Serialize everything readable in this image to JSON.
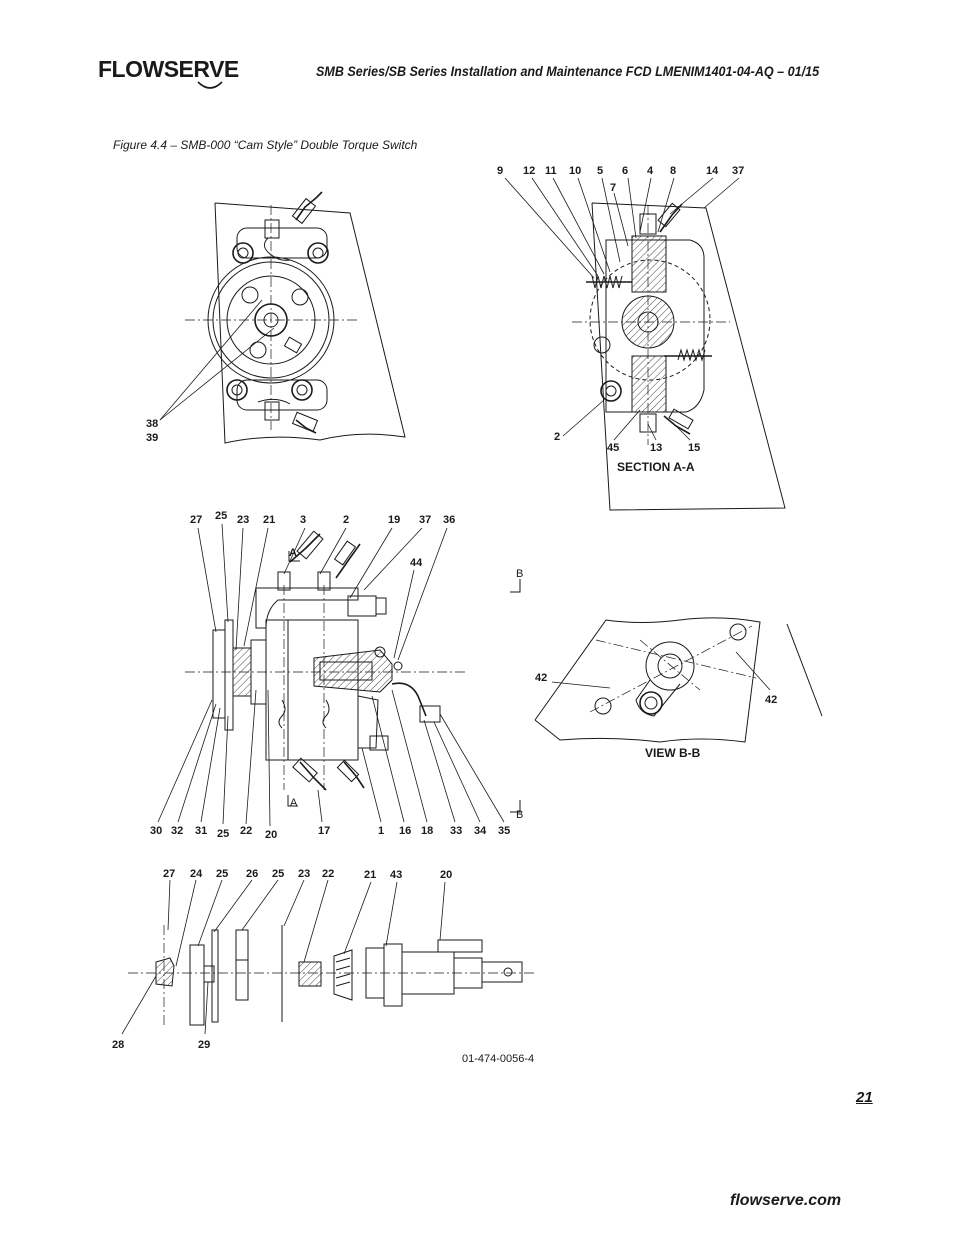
{
  "header": {
    "logo_text": "FLOWSERVE",
    "title": "SMB Series/SB Series Installation and Maintenance    FCD LMENIM1401-04-AQ – 01/15"
  },
  "figure": {
    "caption": "Figure 4.4 – SMB-000 “Cam Style” Double Torque Switch",
    "drawing_number": "01-474-0056-4",
    "section_label": "SECTION A-A",
    "view_label": "VIEW B-B",
    "section_marks": {
      "a_top": "A",
      "a_bottom": "A",
      "b_top": "B",
      "b_bottom": "B"
    },
    "callouts": {
      "front_view": [
        "38",
        "39"
      ],
      "section_top": [
        "9",
        "12",
        "11",
        "10",
        "5",
        "6",
        "4",
        "8",
        "14",
        "37",
        "7"
      ],
      "section_bottom": [
        "2",
        "45",
        "13",
        "15"
      ],
      "side_top": [
        "27",
        "25",
        "23",
        "21",
        "3",
        "2",
        "19",
        "37",
        "36",
        "44"
      ],
      "side_bottom": [
        "30",
        "32",
        "31",
        "25",
        "22",
        "20",
        "17",
        "1",
        "16",
        "18",
        "33",
        "34",
        "35"
      ],
      "view_bb": [
        "42",
        "42"
      ],
      "exploded_top": [
        "27",
        "24",
        "25",
        "26",
        "25",
        "23",
        "22",
        "21",
        "43",
        "20"
      ],
      "exploded_bottom": [
        "28",
        "29"
      ]
    }
  },
  "footer": {
    "page_number": "21",
    "website": "flowserve.com"
  }
}
